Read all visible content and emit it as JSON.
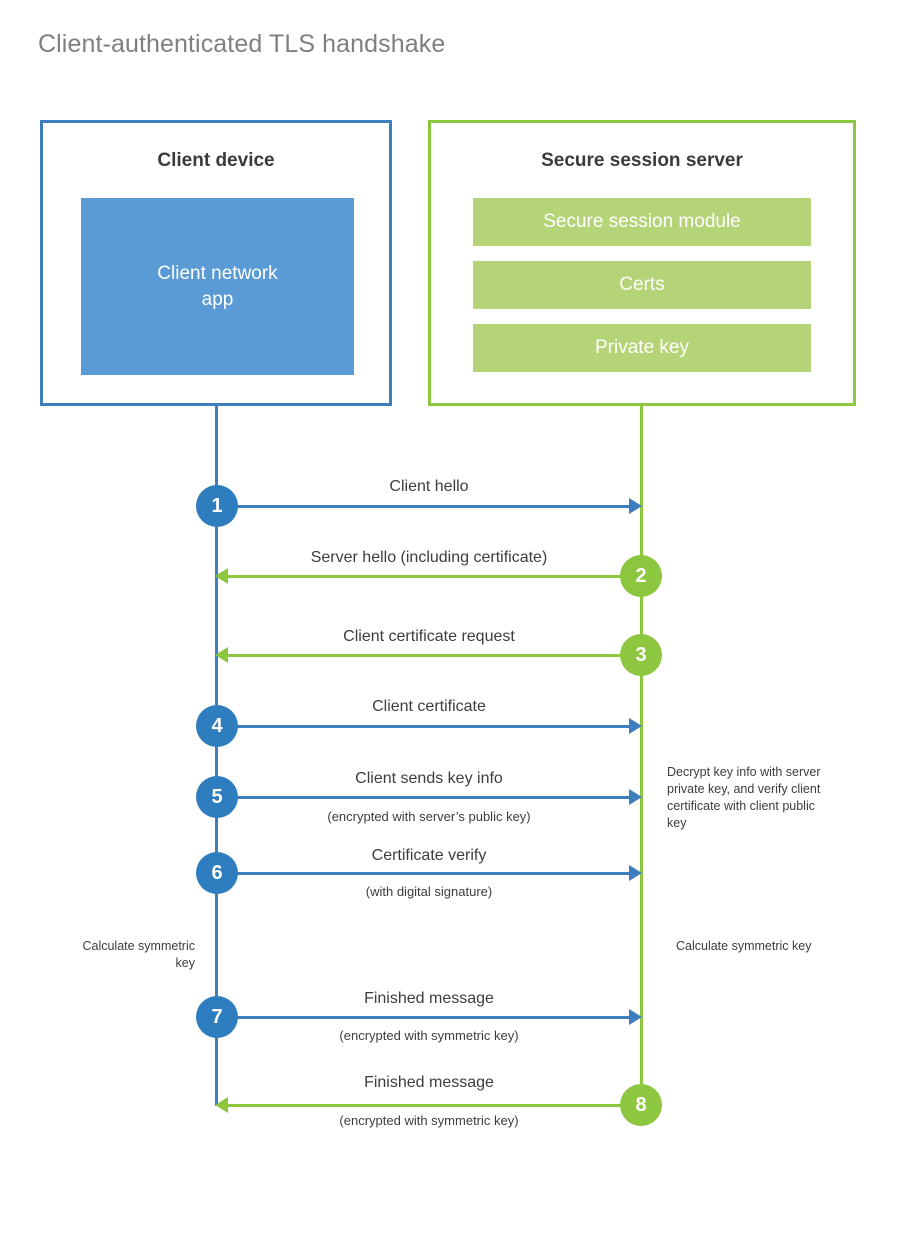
{
  "title": "Client-authenticated TLS handshake",
  "colors": {
    "client_blue": "#3e7ebf",
    "client_app_blue": "#5b9bd5",
    "badge_blue": "#2e7ebf",
    "server_green": "#8dc63f",
    "server_bar_green": "#b5d478",
    "text_dark": "#3d3d3d",
    "title_gray": "#7f7f7f"
  },
  "parties": {
    "client": {
      "title": "Client device",
      "app_label": "Client network\napp",
      "app_label_line1": "Client network",
      "app_label_line2": "app"
    },
    "server": {
      "title": "Secure session server",
      "components": [
        {
          "label": "Secure session module"
        },
        {
          "label": "Certs"
        },
        {
          "label": "Private key"
        }
      ]
    }
  },
  "messages": [
    {
      "number": "1",
      "label": "Client hello",
      "sublabel": "",
      "direction": "client-to-server",
      "color": "blue"
    },
    {
      "number": "2",
      "label": "Server hello (including certificate)",
      "sublabel": "",
      "direction": "server-to-client",
      "color": "green"
    },
    {
      "number": "3",
      "label": "Client certificate request",
      "sublabel": "",
      "direction": "server-to-client",
      "color": "green"
    },
    {
      "number": "4",
      "label": "Client certificate",
      "sublabel": "",
      "direction": "client-to-server",
      "color": "blue"
    },
    {
      "number": "5",
      "label": "Client sends key info",
      "sublabel": "(encrypted with server’s public key)",
      "direction": "client-to-server",
      "color": "blue"
    },
    {
      "number": "6",
      "label": "Certificate verify",
      "sublabel": "(with digital signature)",
      "direction": "client-to-server",
      "color": "blue"
    },
    {
      "number": "7",
      "label": "Finished message",
      "sublabel": "(encrypted with symmetric key)",
      "direction": "client-to-server",
      "color": "blue"
    },
    {
      "number": "8",
      "label": "Finished message",
      "sublabel": "(encrypted with symmetric key)",
      "direction": "server-to-client",
      "color": "green"
    }
  ],
  "notes": {
    "server_decrypt": "Decrypt key info with server private key, and verify client certificate with client public key",
    "client_calculate": "Calculate symmetric key",
    "server_calculate": "Calculate symmetric key"
  }
}
